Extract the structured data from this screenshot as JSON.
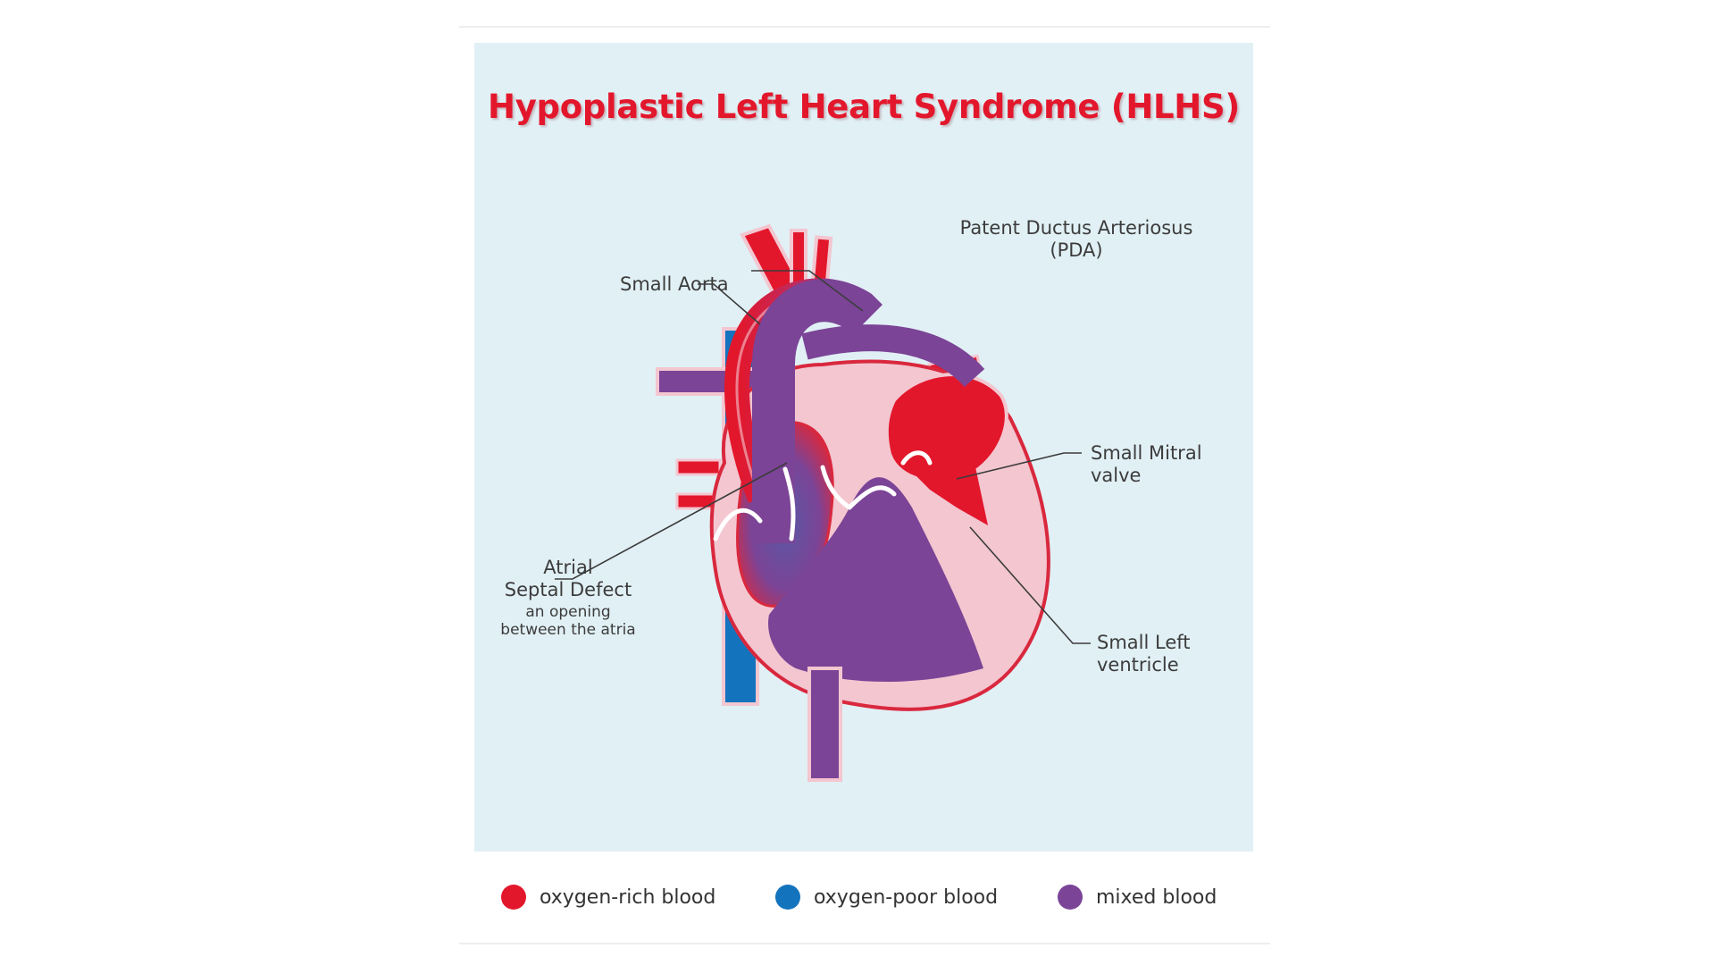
{
  "title": "Hypoplastic Left Heart Syndrome (HLHS)",
  "labels": {
    "pda_line1": "Patent Ductus Arteriosus",
    "pda_line2": "(PDA)",
    "small_aorta": "Small Aorta",
    "mitral_line1": "Small Mitral",
    "mitral_line2": "valve",
    "asd_line1": "Atrial",
    "asd_line2": "Septal Defect",
    "asd_desc_line1": "an opening",
    "asd_desc_line2": "between the atria",
    "lv_line1": "Small Left",
    "lv_line2": "ventricle"
  },
  "legend": [
    {
      "label": "oxygen-rich blood",
      "color": "#e3172c"
    },
    {
      "label": "oxygen-poor blood",
      "color": "#1473bd"
    },
    {
      "label": "mixed blood",
      "color": "#7b4496"
    }
  ],
  "colors": {
    "background": "#e1f0f5",
    "oxygen_rich": "#e3172c",
    "oxygen_poor": "#1473bd",
    "mixed": "#7b4496",
    "heart_wall": "#f3c6d0"
  }
}
